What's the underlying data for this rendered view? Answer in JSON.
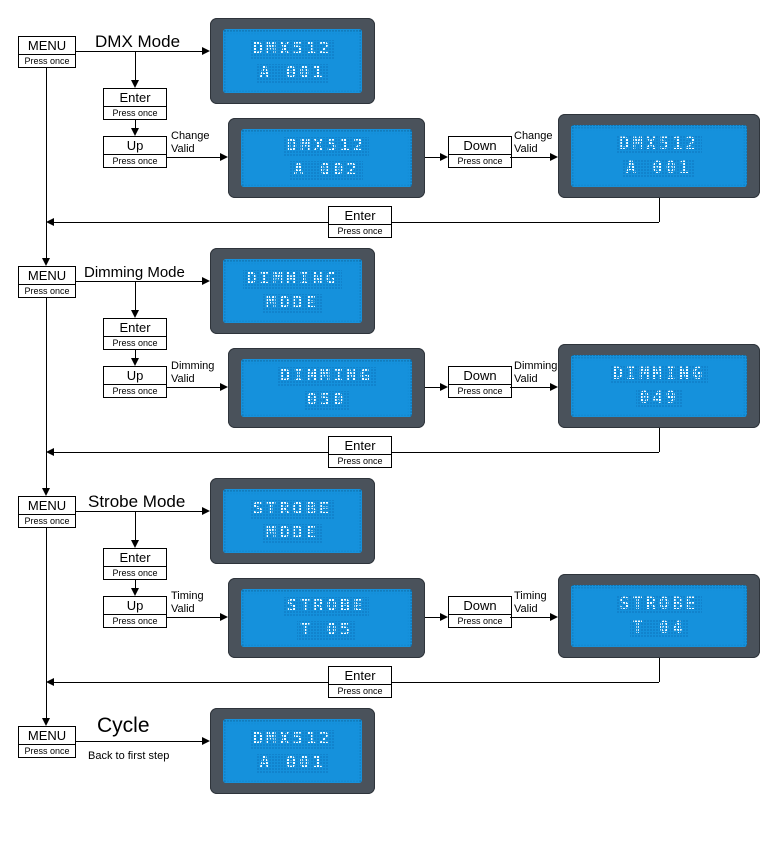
{
  "colors": {
    "lcd_bezel": "#4a525b",
    "lcd_screen": "#1591dc",
    "lcd_dots": "#f4fbff",
    "line": "#000000"
  },
  "diagram": {
    "sections": [
      {
        "menu": {
          "label": "MENU",
          "sub": "Press once"
        },
        "mode_label": "DMX Mode",
        "enter": {
          "label": "Enter",
          "sub": "Press once"
        },
        "up": {
          "label": "Up",
          "sub": "Press once"
        },
        "up_note_1": "Change",
        "up_note_2": "Valid",
        "down": {
          "label": "Down",
          "sub": "Press once"
        },
        "down_note_1": "Change",
        "down_note_2": "Valid",
        "enter_return": {
          "label": "Enter",
          "sub": "Press once"
        },
        "lcd_mode": {
          "line1": "DMX512",
          "line2": "A 001"
        },
        "lcd_up": {
          "line1": "DMX512",
          "line2": "A 002"
        },
        "lcd_down": {
          "line1": "DMX512",
          "line2": "A 001"
        }
      },
      {
        "menu": {
          "label": "MENU",
          "sub": "Press once"
        },
        "mode_label": "Dimming Mode",
        "enter": {
          "label": "Enter",
          "sub": "Press once"
        },
        "up": {
          "label": "Up",
          "sub": "Press once"
        },
        "up_note_1": "Dimming",
        "up_note_2": "Valid",
        "down": {
          "label": "Down",
          "sub": "Press once"
        },
        "down_note_1": "Dimming",
        "down_note_2": "Valid",
        "enter_return": {
          "label": "Enter",
          "sub": "Press once"
        },
        "lcd_mode": {
          "line1": "DIMMING",
          "line2": "MODE"
        },
        "lcd_up": {
          "line1": "DIMMING",
          "line2": "050"
        },
        "lcd_down": {
          "line1": "DIMMING",
          "line2": "049"
        }
      },
      {
        "menu": {
          "label": "MENU",
          "sub": "Press once"
        },
        "mode_label": "Strobe Mode",
        "enter": {
          "label": "Enter",
          "sub": "Press once"
        },
        "up": {
          "label": "Up",
          "sub": "Press once"
        },
        "up_note_1": "Timing",
        "up_note_2": "Valid",
        "down": {
          "label": "Down",
          "sub": "Press once"
        },
        "down_note_1": "Timing",
        "down_note_2": "Valid",
        "enter_return": {
          "label": "Enter",
          "sub": "Press once"
        },
        "lcd_mode": {
          "line1": "STROBE",
          "line2": "MODE"
        },
        "lcd_up": {
          "line1": "STROBE",
          "line2": "T 05"
        },
        "lcd_down": {
          "line1": "STROBE",
          "line2": "T 04"
        }
      },
      {
        "menu": {
          "label": "MENU",
          "sub": "Press once"
        },
        "mode_label": "Cycle",
        "back_label": "Back to first step",
        "lcd_mode": {
          "line1": "DMX512",
          "line2": "A 001"
        }
      }
    ]
  }
}
